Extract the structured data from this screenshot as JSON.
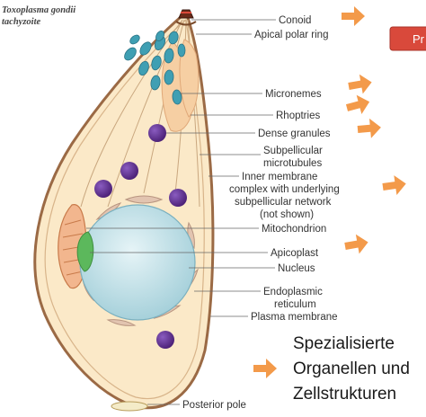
{
  "title": {
    "line1": "Toxoplasma gondii",
    "line2": "tachyzoite"
  },
  "labels": {
    "conoid": "Conoid",
    "apical_polar_ring": "Apical polar ring",
    "micronemes": "Micronemes",
    "rhoptries": "Rhoptries",
    "dense_granules": "Dense granules",
    "subpellicular_1": "Subpellicular",
    "subpellicular_2": "microtubules",
    "inner_membrane_1": "Inner membrane",
    "inner_membrane_2": "complex with underlying",
    "inner_membrane_3": "subpellicular network",
    "inner_membrane_4": "(not shown)",
    "mitochondrion": "Mitochondrion",
    "apicoplast": "Apicoplast",
    "nucleus": "Nucleus",
    "er_1": "Endoplasmic",
    "er_2": "reticulum",
    "plasma_membrane": "Plasma membrane",
    "posterior_pole": "Posterior pole"
  },
  "corner_button": {
    "label": "Pr"
  },
  "legend_note": {
    "line1": "Spezialisierte",
    "line2": "Organellen und",
    "line3": "Zellstrukturen"
  },
  "colors": {
    "arrow": "#f39a4a",
    "cell_fill": "#fbe9c8",
    "membrane": "#9b6a45",
    "nucleus": "#b8dde6",
    "dense_granule": "#5b2d8a",
    "microneme": "#3f9fb3",
    "apicoplast": "#5cb85c",
    "button": "#d9493b"
  }
}
